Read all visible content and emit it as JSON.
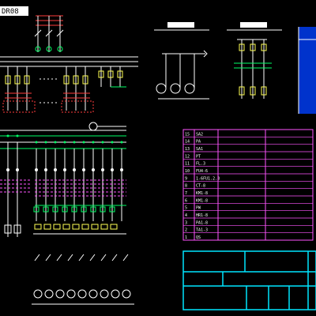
{
  "corner_label": "DR08",
  "colors": {
    "background": "#000000",
    "wire_white": "#ffffff",
    "wire_green": "#00ff66",
    "wire_red": "#ff3b3b",
    "wire_magenta": "#ff55ff",
    "frame_cyan": "#00e5ff",
    "yellow": "#ffff55",
    "blue_strip": "#0033cc"
  },
  "center_titles": [
    "",
    ""
  ],
  "component_table": {
    "rows": [
      {
        "no": "15",
        "code": "SA2",
        "name": "",
        "qty": ""
      },
      {
        "no": "14",
        "code": "PA",
        "name": "",
        "qty": ""
      },
      {
        "no": "13",
        "code": "SA1",
        "name": "",
        "qty": ""
      },
      {
        "no": "12",
        "code": "PT",
        "name": "",
        "qty": ""
      },
      {
        "no": "11",
        "code": "FL.3",
        "name": "",
        "qty": ""
      },
      {
        "no": "10",
        "code": "FU4-6",
        "name": "",
        "qty": ""
      },
      {
        "no": "9",
        "code": "1-6FU1.2.3",
        "name": "",
        "qty": ""
      },
      {
        "no": "8",
        "code": "CT-8",
        "name": "",
        "qty": ""
      },
      {
        "no": "7",
        "code": "KM1-8",
        "name": "",
        "qty": ""
      },
      {
        "no": "6",
        "code": "KM1-8",
        "name": "",
        "qty": ""
      },
      {
        "no": "5",
        "code": "PW",
        "name": "",
        "qty": ""
      },
      {
        "no": "4",
        "code": "HR1-8",
        "name": "",
        "qty": ""
      },
      {
        "no": "3",
        "code": "PA1-8",
        "name": "",
        "qty": ""
      },
      {
        "no": "2",
        "code": "TA1-3",
        "name": "",
        "qty": ""
      },
      {
        "no": "1",
        "code": "QS",
        "name": "",
        "qty": ""
      }
    ]
  },
  "title_block": {
    "upper_lines": [
      "",
      ""
    ],
    "bottom_cells": [
      "",
      "",
      "",
      "",
      ""
    ]
  }
}
